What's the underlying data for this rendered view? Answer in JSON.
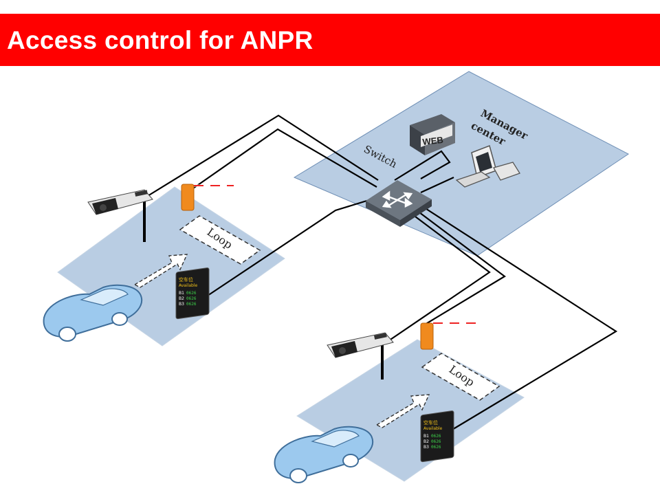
{
  "title": "Access control for ANPR",
  "zones": {
    "manager": {
      "switch_label": "Switch",
      "manager_label_line1": "Manager",
      "manager_label_line2": "center",
      "web_label": "WEB"
    },
    "lane1": {
      "loop_label": "Loop",
      "sign": {
        "header": "空车位",
        "sub": "Available",
        "rows": [
          "B1",
          "B2",
          "B3"
        ],
        "values": [
          "0626",
          "0626",
          "0626"
        ]
      }
    },
    "lane2": {
      "loop_label": "Loop",
      "sign": {
        "header": "空车位",
        "sub": "Available",
        "rows": [
          "B1",
          "B2",
          "B3"
        ],
        "values": [
          "0626",
          "0626",
          "0626"
        ]
      }
    }
  },
  "colors": {
    "title_bg": "#ff0000",
    "zone_fill": "#b9cde3",
    "zone_stroke": "#6f8fb5",
    "barrier": "#f08a1e",
    "car": "#9cc9ee",
    "cable": "#000000"
  },
  "icons": [
    "camera-icon",
    "barrier-gate-icon",
    "car-icon",
    "parking-sign-icon",
    "switch-icon",
    "web-server-icon",
    "computer-icon",
    "arrow-icon"
  ]
}
